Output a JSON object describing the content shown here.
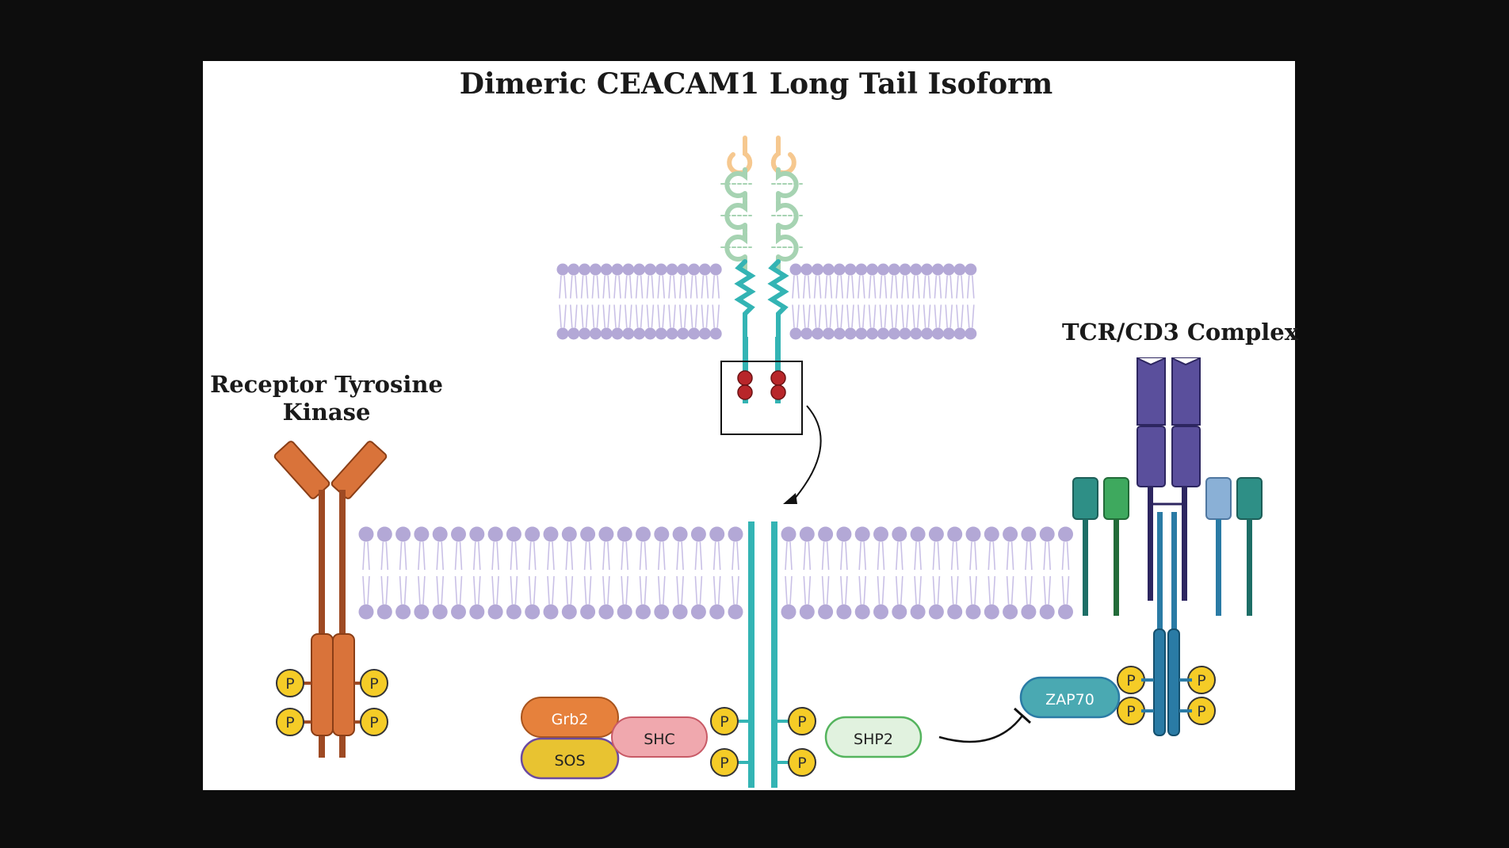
{
  "figure": {
    "title": "Dimeric CEACAM1 Long Tail Isoform",
    "background_color": "#0d0d0d",
    "panel_color": "#ffffff"
  },
  "labels": {
    "rtk": [
      "Receptor Tyrosine",
      "Kinase"
    ],
    "tcr": "TCR/CD3 Complex"
  },
  "proteins": {
    "grb2": "Grb2",
    "sos": "SOS",
    "shc": "SHC",
    "shp2": "SHP2",
    "zap70": "ZAP70",
    "phospho": "P"
  },
  "colors": {
    "membrane_head": "#b3a8d6",
    "membrane_tail": "#c9c0e6",
    "ceacam_tail": "#33b4b4",
    "ceacam_ig_green": "#a6d3b2",
    "ceacam_ig_orange": "#f6c88f",
    "phospho_site": "#b8262a",
    "rtk": "#d9733a",
    "rtk_stem": "#9e4a23",
    "phospho_fill": "#f5cc27",
    "grb2": "#e6813c",
    "sos": "#e8c331",
    "shc": "#f0a8ae",
    "shp2": "#e1f2df",
    "zap70": "#4aa9b2",
    "tcr": "#5a4f9c",
    "cd3_blue": "#2a7ba5",
    "cd3_green": "#3ea95e",
    "cd3_teal": "#2e8f86",
    "cd3_light": "#8ab0d6"
  }
}
